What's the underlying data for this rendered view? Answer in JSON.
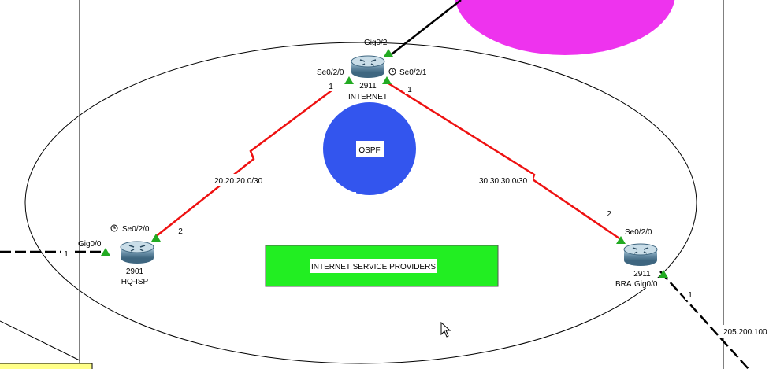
{
  "routers": {
    "internet": {
      "model": "2911",
      "name": "INTERNET",
      "port_top": "Gig0/2",
      "port_left": "Se0/2/0",
      "port_right": "Se0/2/1",
      "num_left": "1",
      "num_right": "1"
    },
    "hq_isp": {
      "model": "2901",
      "name": "HQ-ISP",
      "port_serial": "Se0/2/0",
      "port_gig": "Gig0/0",
      "num_serial": "2",
      "num_gig": "1"
    },
    "branch": {
      "model": "2911",
      "name": "BRA",
      "port_serial": "Se0/2/0",
      "port_gig": "Gig0/0",
      "num_serial": "2",
      "num_gig": "1"
    }
  },
  "networks": {
    "left_link": "20.20.20.0/30",
    "right_link": "30.30.30.0/30",
    "wan_right": "205.200.100"
  },
  "area_label": "OSPF",
  "cloud_label": "INTERNET SERVICE PROVIDERS",
  "colors": {
    "serial_link": "#ee1111",
    "ospf_fill": "#3355ee",
    "isp_box": "#22ee22",
    "magenta_area": "#ee33ee",
    "port_up": "#22aa22",
    "yellow_note": "#ffff88"
  }
}
